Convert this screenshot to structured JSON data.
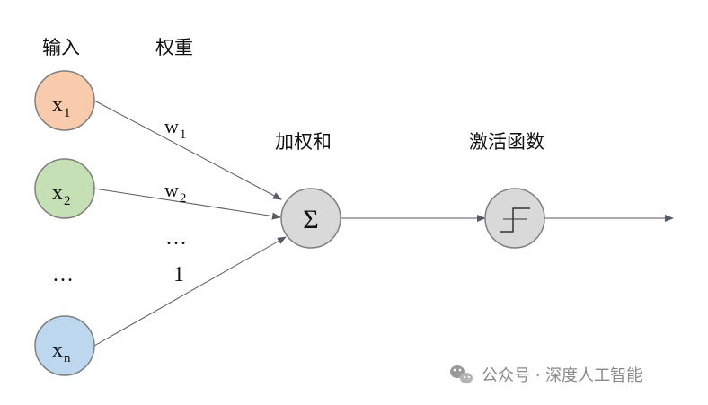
{
  "headers": {
    "input": "输入",
    "weight": "权重",
    "weighted_sum": "加权和",
    "activation": "激活函数"
  },
  "inputs": [
    {
      "base": "x",
      "sub": "1",
      "fill": "#f8cbad",
      "stroke": "#7f7f7f"
    },
    {
      "base": "x",
      "sub": "2",
      "fill": "#c5e0b4",
      "stroke": "#7f7f7f"
    },
    {
      "base": "x",
      "sub": "n",
      "fill": "#bdd7ee",
      "stroke": "#7f7f7f"
    }
  ],
  "input_ellipsis": "…",
  "weights": [
    {
      "base": "w",
      "sub": "1"
    },
    {
      "base": "w",
      "sub": "2"
    }
  ],
  "weight_ellipsis": "…",
  "bias": "1",
  "sum_symbol": "Σ",
  "colors": {
    "node_gray": "#d9d9d9",
    "node_stroke": "#7f7f7f",
    "edge": "#555a66",
    "watermark": "#8a8a8a"
  },
  "watermark": {
    "icon": "wechat-icon",
    "text": "公众号 · 深度人工智能"
  }
}
